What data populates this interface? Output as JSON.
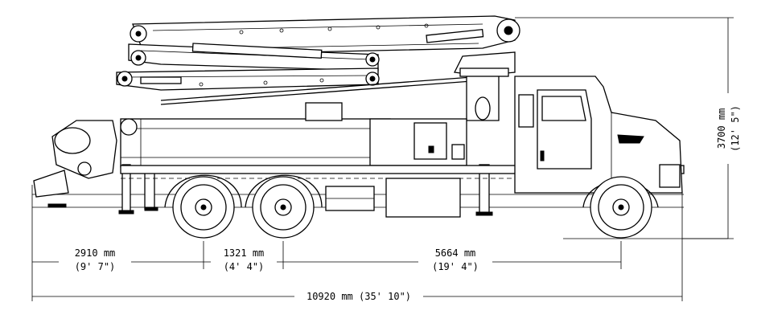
{
  "dimensions": {
    "front_overhang": {
      "metric": "2910 mm",
      "imperial": "(9' 7\")"
    },
    "tandem_spacing": {
      "metric": "1321 mm",
      "imperial": "(4' 4\")"
    },
    "wheelbase": {
      "metric": "5664 mm",
      "imperial": "(19' 4\")"
    },
    "overall_length": {
      "label": "10920 mm (35' 10\")"
    },
    "overall_height": {
      "metric": "3700 mm",
      "imperial": "(12' 5\")"
    }
  }
}
